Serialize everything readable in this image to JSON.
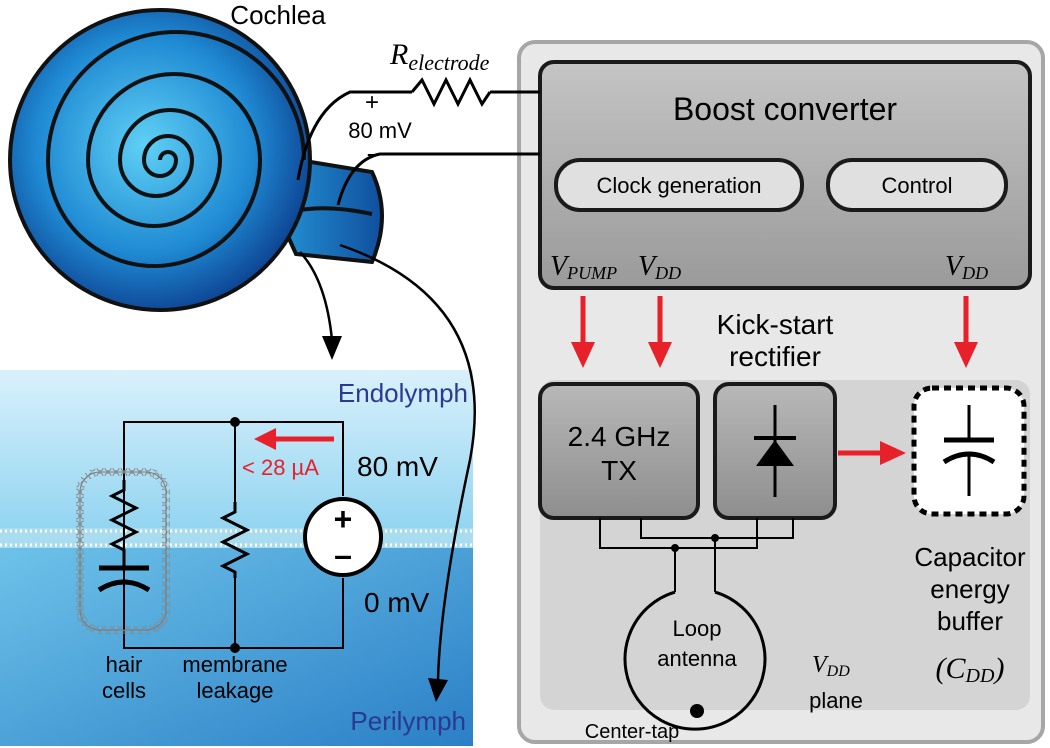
{
  "cochlea": {
    "title": "Cochlea",
    "resistor_label": "R",
    "resistor_subscript": "electrode",
    "plus": "+",
    "minus": "-",
    "voltage": "80 mV"
  },
  "inset": {
    "endolymph": "Endolymph",
    "perilymph": "Perilymph",
    "current": "< 28 µA",
    "voltage_top": "80 mV",
    "voltage_bottom": "0 mV",
    "hair_cells_line1": "hair",
    "hair_cells_line2": "cells",
    "leakage_line1": "membrane",
    "leakage_line2": "leakage",
    "source_plus": "+",
    "source_minus": "–"
  },
  "chip": {
    "boost_converter": "Boost converter",
    "clock_generation": "Clock generation",
    "control": "Control",
    "vpump_main": "V",
    "vpump_sub": "PUMP",
    "vdd1_main": "V",
    "vdd1_sub": "DD",
    "vdd2_main": "V",
    "vdd2_sub": "DD",
    "kickstart_line1": "Kick-start",
    "kickstart_line2": "rectifier",
    "tx_line1": "2.4 GHz",
    "tx_line2": "TX",
    "loop_line1": "Loop",
    "loop_line2": "antenna",
    "center_tap": "Center-tap",
    "vdd_plane_main": "V",
    "vdd_plane_sub": "DD",
    "plane": "plane",
    "cap_line1": "Capacitor",
    "cap_line2": "energy",
    "cap_line3": "buffer",
    "cdd_open": "(C",
    "cdd_sub": "DD",
    "cdd_close": ")"
  },
  "colors": {
    "arrow_red": "#e8202a",
    "label_blue": "#2b3990",
    "panel_gray": "#e6e6e6",
    "block_gray": "#999999"
  }
}
